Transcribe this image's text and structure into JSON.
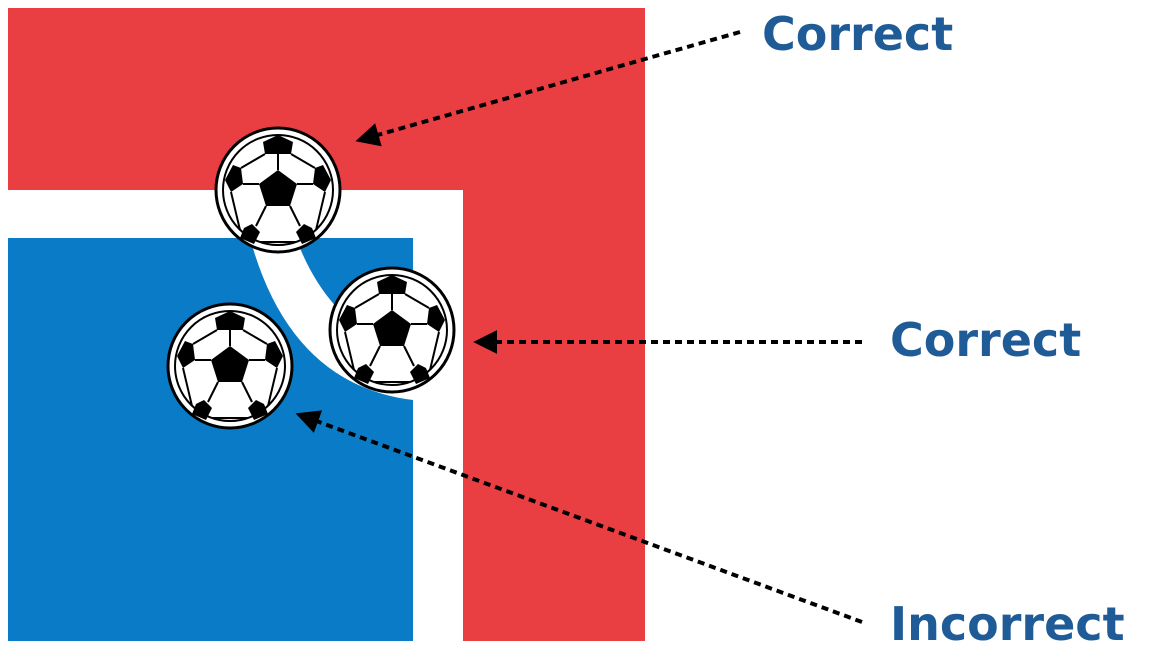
{
  "labels": {
    "top": "Correct",
    "middle": "Correct",
    "bottom": "Incorrect"
  },
  "colors": {
    "red_region": "#ea3f42",
    "blue_region": "#0a7bc6",
    "gap": "#ffffff",
    "label": "#1f5b96",
    "arrow": "#000000",
    "ball_white": "#ffffff",
    "ball_black": "#000000"
  },
  "icons": {
    "ball": "soccer-ball-icon",
    "arrow": "dotted-arrow-icon"
  }
}
